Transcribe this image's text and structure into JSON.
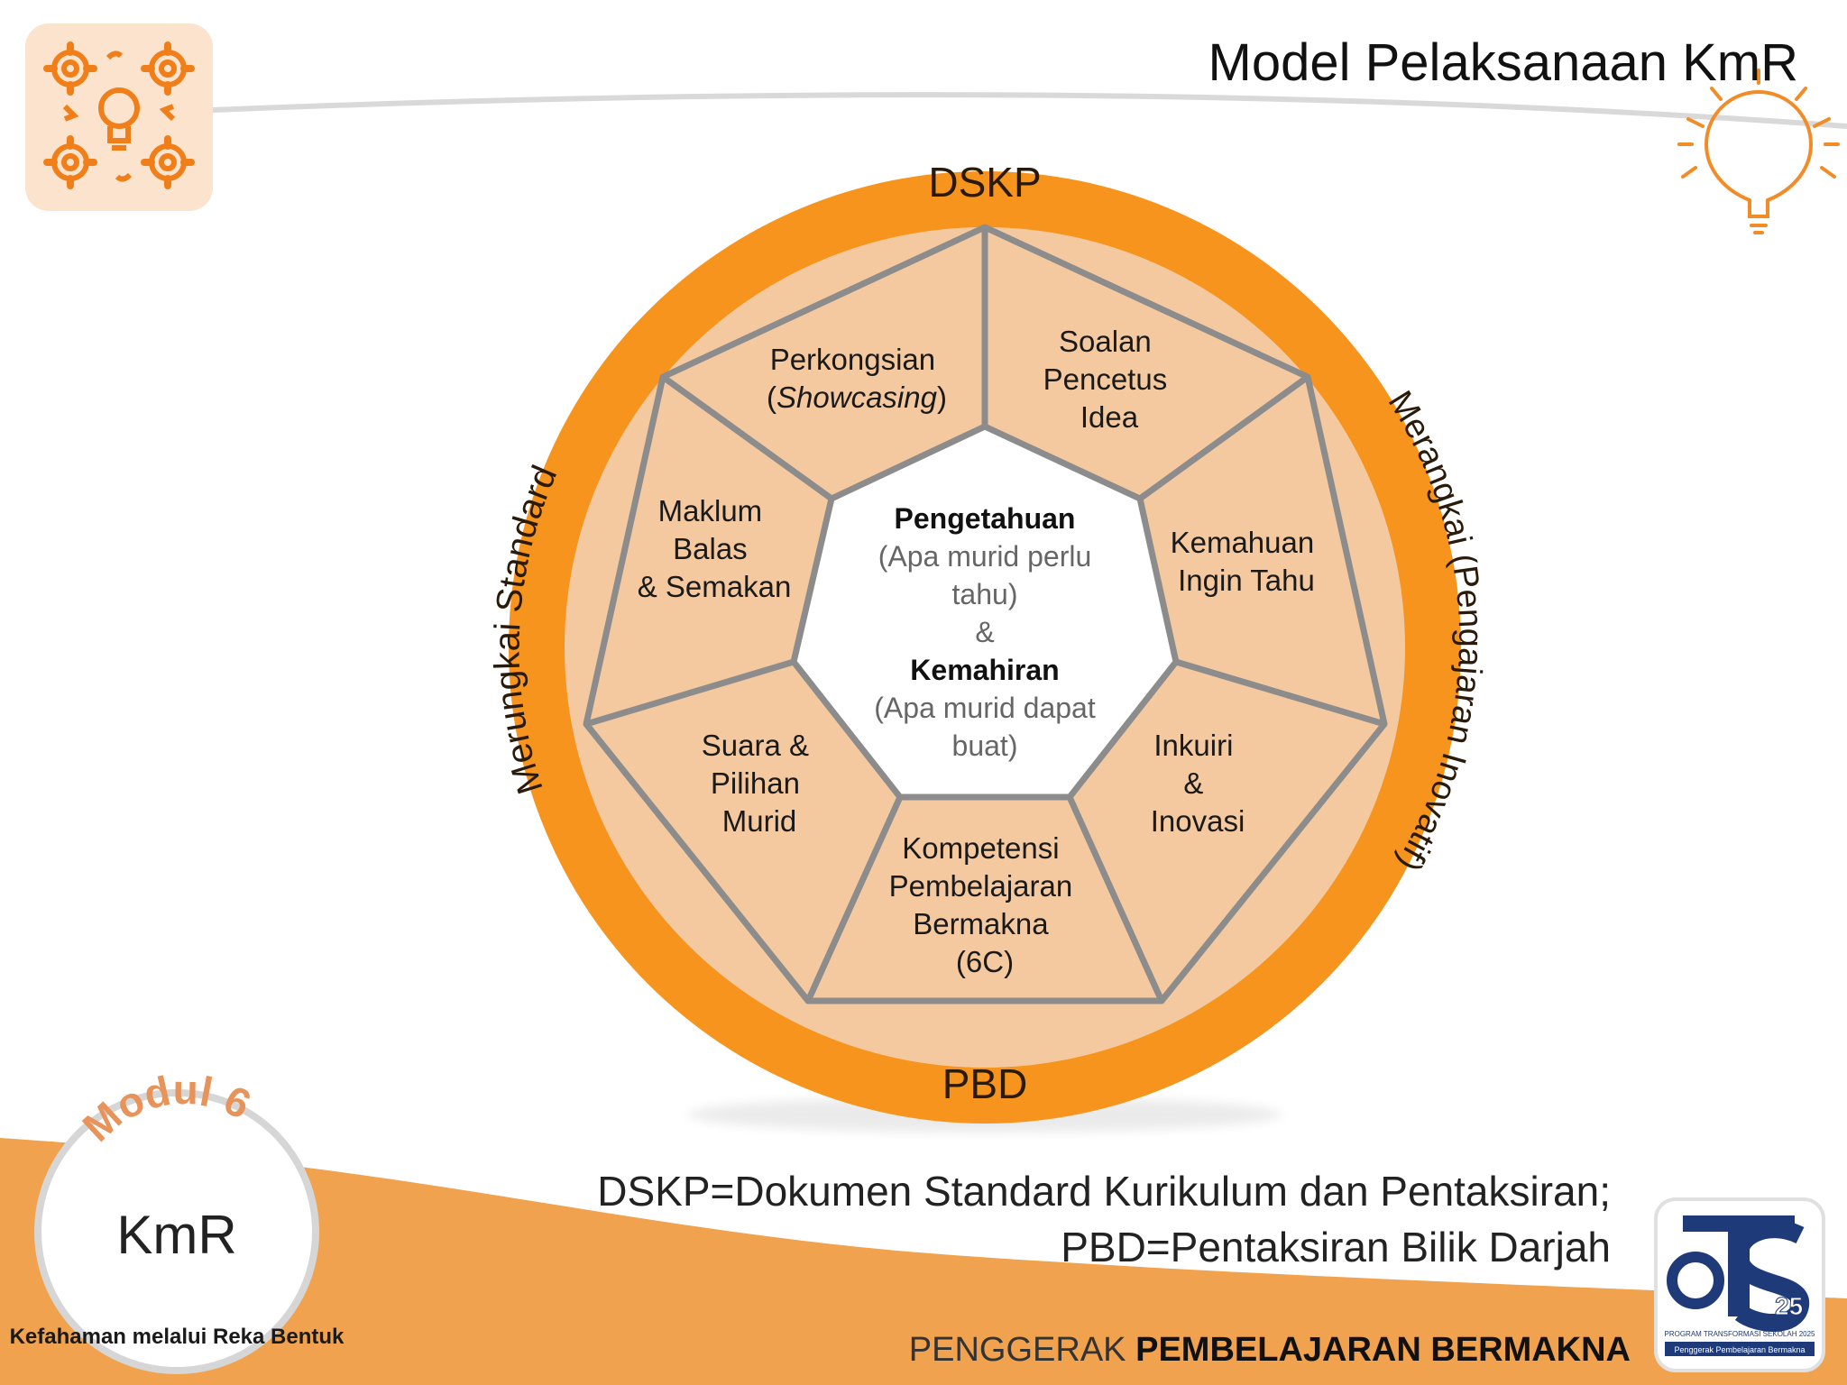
{
  "slide": {
    "title": "Model Pelaksanaan KmR"
  },
  "ring": {
    "top": "DSKP",
    "bottom": "PBD",
    "left": "Merungkai Standard",
    "right": "Merangkai (Pengajaran Inovatif)"
  },
  "segments": [
    {
      "id": "perkongsian",
      "lines": [
        "Perkongsian",
        "(",
        "Showcasing",
        ")"
      ]
    },
    {
      "id": "soalan",
      "lines": [
        "Soalan",
        "Pencetus",
        "Idea"
      ]
    },
    {
      "id": "kemahuan",
      "lines": [
        "Kemahuan",
        "Ingin Tahu"
      ]
    },
    {
      "id": "inkuiri",
      "lines": [
        "Inkuiri",
        "&",
        "Inovasi"
      ]
    },
    {
      "id": "kompetensi",
      "lines": [
        "Kompetensi",
        "Pembelajaran",
        "Bermakna",
        "(6C)"
      ]
    },
    {
      "id": "suara",
      "lines": [
        "Suara &",
        "Pilihan",
        "Murid"
      ]
    },
    {
      "id": "maklum",
      "lines": [
        "Maklum",
        "Balas",
        "& Semakan"
      ]
    }
  ],
  "center": {
    "knowledge_title": "Pengetahuan",
    "knowledge_desc_1": "(Apa murid perlu",
    "knowledge_desc_2": "tahu)",
    "amp": "&",
    "skill_title": "Kemahiran",
    "skill_desc_1": "(Apa murid dapat",
    "skill_desc_2": "buat)"
  },
  "footer": {
    "def_line_1": "DSKP=Dokumen Standard Kurikulum dan Pentaksiran;",
    "def_line_2": "PBD=Pentaksiran Bilik Darjah",
    "tagline_light": "PENGGERAK ",
    "tagline_bold": "PEMBELAJARAN BERMAKNA"
  },
  "badge": {
    "module": "Modul 6",
    "acronym": "KmR",
    "arc_text": "Kefahaman melalui Reka Bentuk"
  },
  "logo": {
    "number": "25",
    "line_1": "PROGRAM TRANSFORMASI SEKOLAH 2025",
    "line_2": "Penggerak Pembelajaran Bermakna"
  },
  "icons": {
    "top_left": "gears-lightbulb-icon",
    "top_right": "lightbulb-icon"
  },
  "colors": {
    "orange": "#F7941D",
    "light_orange": "#F5C9A0",
    "footer_orange": "#F0A24E",
    "navy": "#1E3A78"
  }
}
